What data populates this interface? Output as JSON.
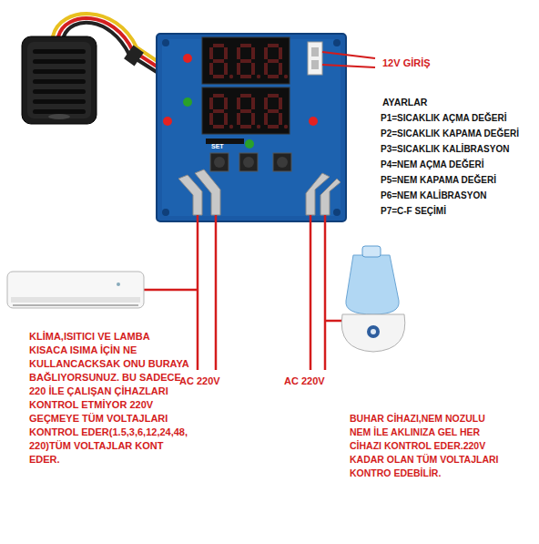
{
  "diagram": {
    "labels": [
      "12V GİRİŞ",
      "AYARLAR",
      "P1=SICAKLIK AÇMA DEĞERİ",
      "P2=SICAKLIK KAPAMA DEĞERİ",
      "P3=SICAKLIK KALİBRASYON",
      "P4=NEM AÇMA DEĞERİ",
      "P5=NEM KAPAMA DEĞERİ",
      "P6=NEM KALİBRASYON",
      "P7=C-F SEÇİMİ",
      "SET",
      "AC 220V",
      "AC 220V",
      "KLİMA,ISITICI VE LAMBA KISACA ISIMA İÇİN NE KULLANCACKSAK ONU BURAYA BAĞLIYORSUNUZ. BU SADECE 220 İLE ÇALIŞAN ÇİHAZLARI KONTROL ETMİYOR 220V GEÇMEYE TÜM VOLTAJLARI KONTROL EDER(1.5,3,6,12,24,48, 220)TÜM VOLTAJLAR KONT EDER.",
      "BUHAR CİHAZI,NEM NOZULU NEM İLE AKLINIZA GEL HER CİHAZI KONTROL EDER.220V KADAR OLAN TÜM VOLTAJLARI KONTRO EDEBİLİR."
    ]
  }
}
